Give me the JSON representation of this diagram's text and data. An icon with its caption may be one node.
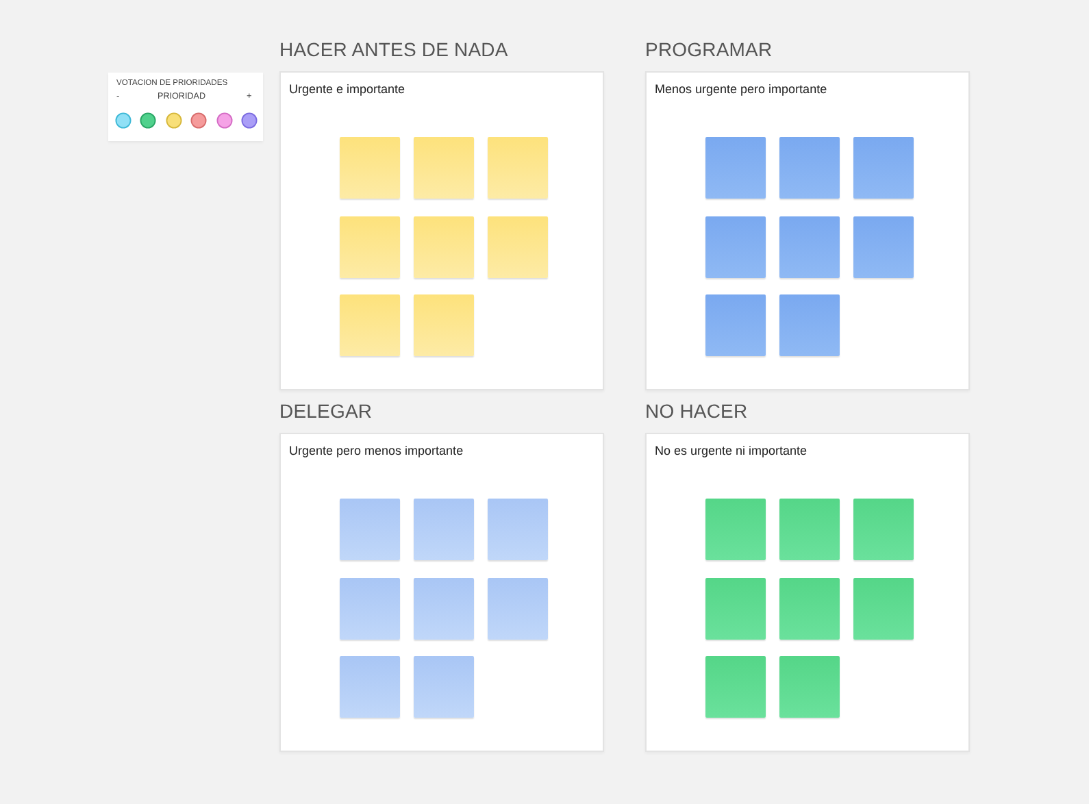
{
  "diagram": {
    "nodes": [
      {
        "text": [
          "VOTACION DE PRIORIDADES",
          "-",
          "PRIORIDAD",
          "+"
        ]
      },
      {
        "text": [
          "HACER ANTES DE NADA",
          "Urgente e importante"
        ]
      },
      {
        "text": [],
        "shape": "box",
        "in": 1
      },
      {
        "text": [],
        "shape": "box",
        "in": 1
      },
      {
        "text": [],
        "shape": "box",
        "in": 1
      },
      {
        "text": [],
        "shape": "box",
        "in": 1
      },
      {
        "text": [],
        "shape": "box",
        "in": 1
      },
      {
        "text": [],
        "shape": "box",
        "in": 1
      },
      {
        "text": [],
        "shape": "box",
        "in": 1
      },
      {
        "text": [],
        "shape": "box",
        "in": 1
      },
      {
        "text": [
          "PROGRAMAR",
          "Menos urgente pero importante"
        ]
      },
      {
        "text": [],
        "shape": "box",
        "in": 10
      },
      {
        "text": [],
        "shape": "box",
        "in": 10
      },
      {
        "text": [],
        "shape": "box",
        "in": 10
      },
      {
        "text": [],
        "shape": "box",
        "in": 10
      },
      {
        "text": [],
        "shape": "box",
        "in": 10
      },
      {
        "text": [],
        "shape": "box",
        "in": 10
      },
      {
        "text": [],
        "shape": "box",
        "in": 10
      },
      {
        "text": [],
        "shape": "box",
        "in": 10
      },
      {
        "text": [
          "DELEGAR",
          "Urgente pero menos importante"
        ]
      },
      {
        "text": [],
        "shape": "box",
        "in": 19
      },
      {
        "text": [],
        "shape": "box",
        "in": 19
      },
      {
        "text": [],
        "shape": "box",
        "in": 19
      },
      {
        "text": [],
        "shape": "box",
        "in": 19
      },
      {
        "text": [],
        "shape": "box",
        "in": 19
      },
      {
        "text": [],
        "shape": "box",
        "in": 19
      },
      {
        "text": [],
        "shape": "box",
        "in": 19
      },
      {
        "text": [],
        "shape": "box",
        "in": 19
      },
      {
        "text": [
          "NO HACER",
          "No es urgente ni importante"
        ]
      },
      {
        "text": [],
        "shape": "box",
        "in": 28
      },
      {
        "text": [],
        "shape": "box",
        "in": 28
      },
      {
        "text": [],
        "shape": "box",
        "in": 28
      },
      {
        "text": [],
        "shape": "box",
        "in": 28
      },
      {
        "text": [],
        "shape": "box",
        "in": 28
      },
      {
        "text": [],
        "shape": "box",
        "in": 28
      },
      {
        "text": [],
        "shape": "box",
        "in": 28
      },
      {
        "text": [],
        "shape": "box",
        "in": 28
      }
    ]
  }
}
